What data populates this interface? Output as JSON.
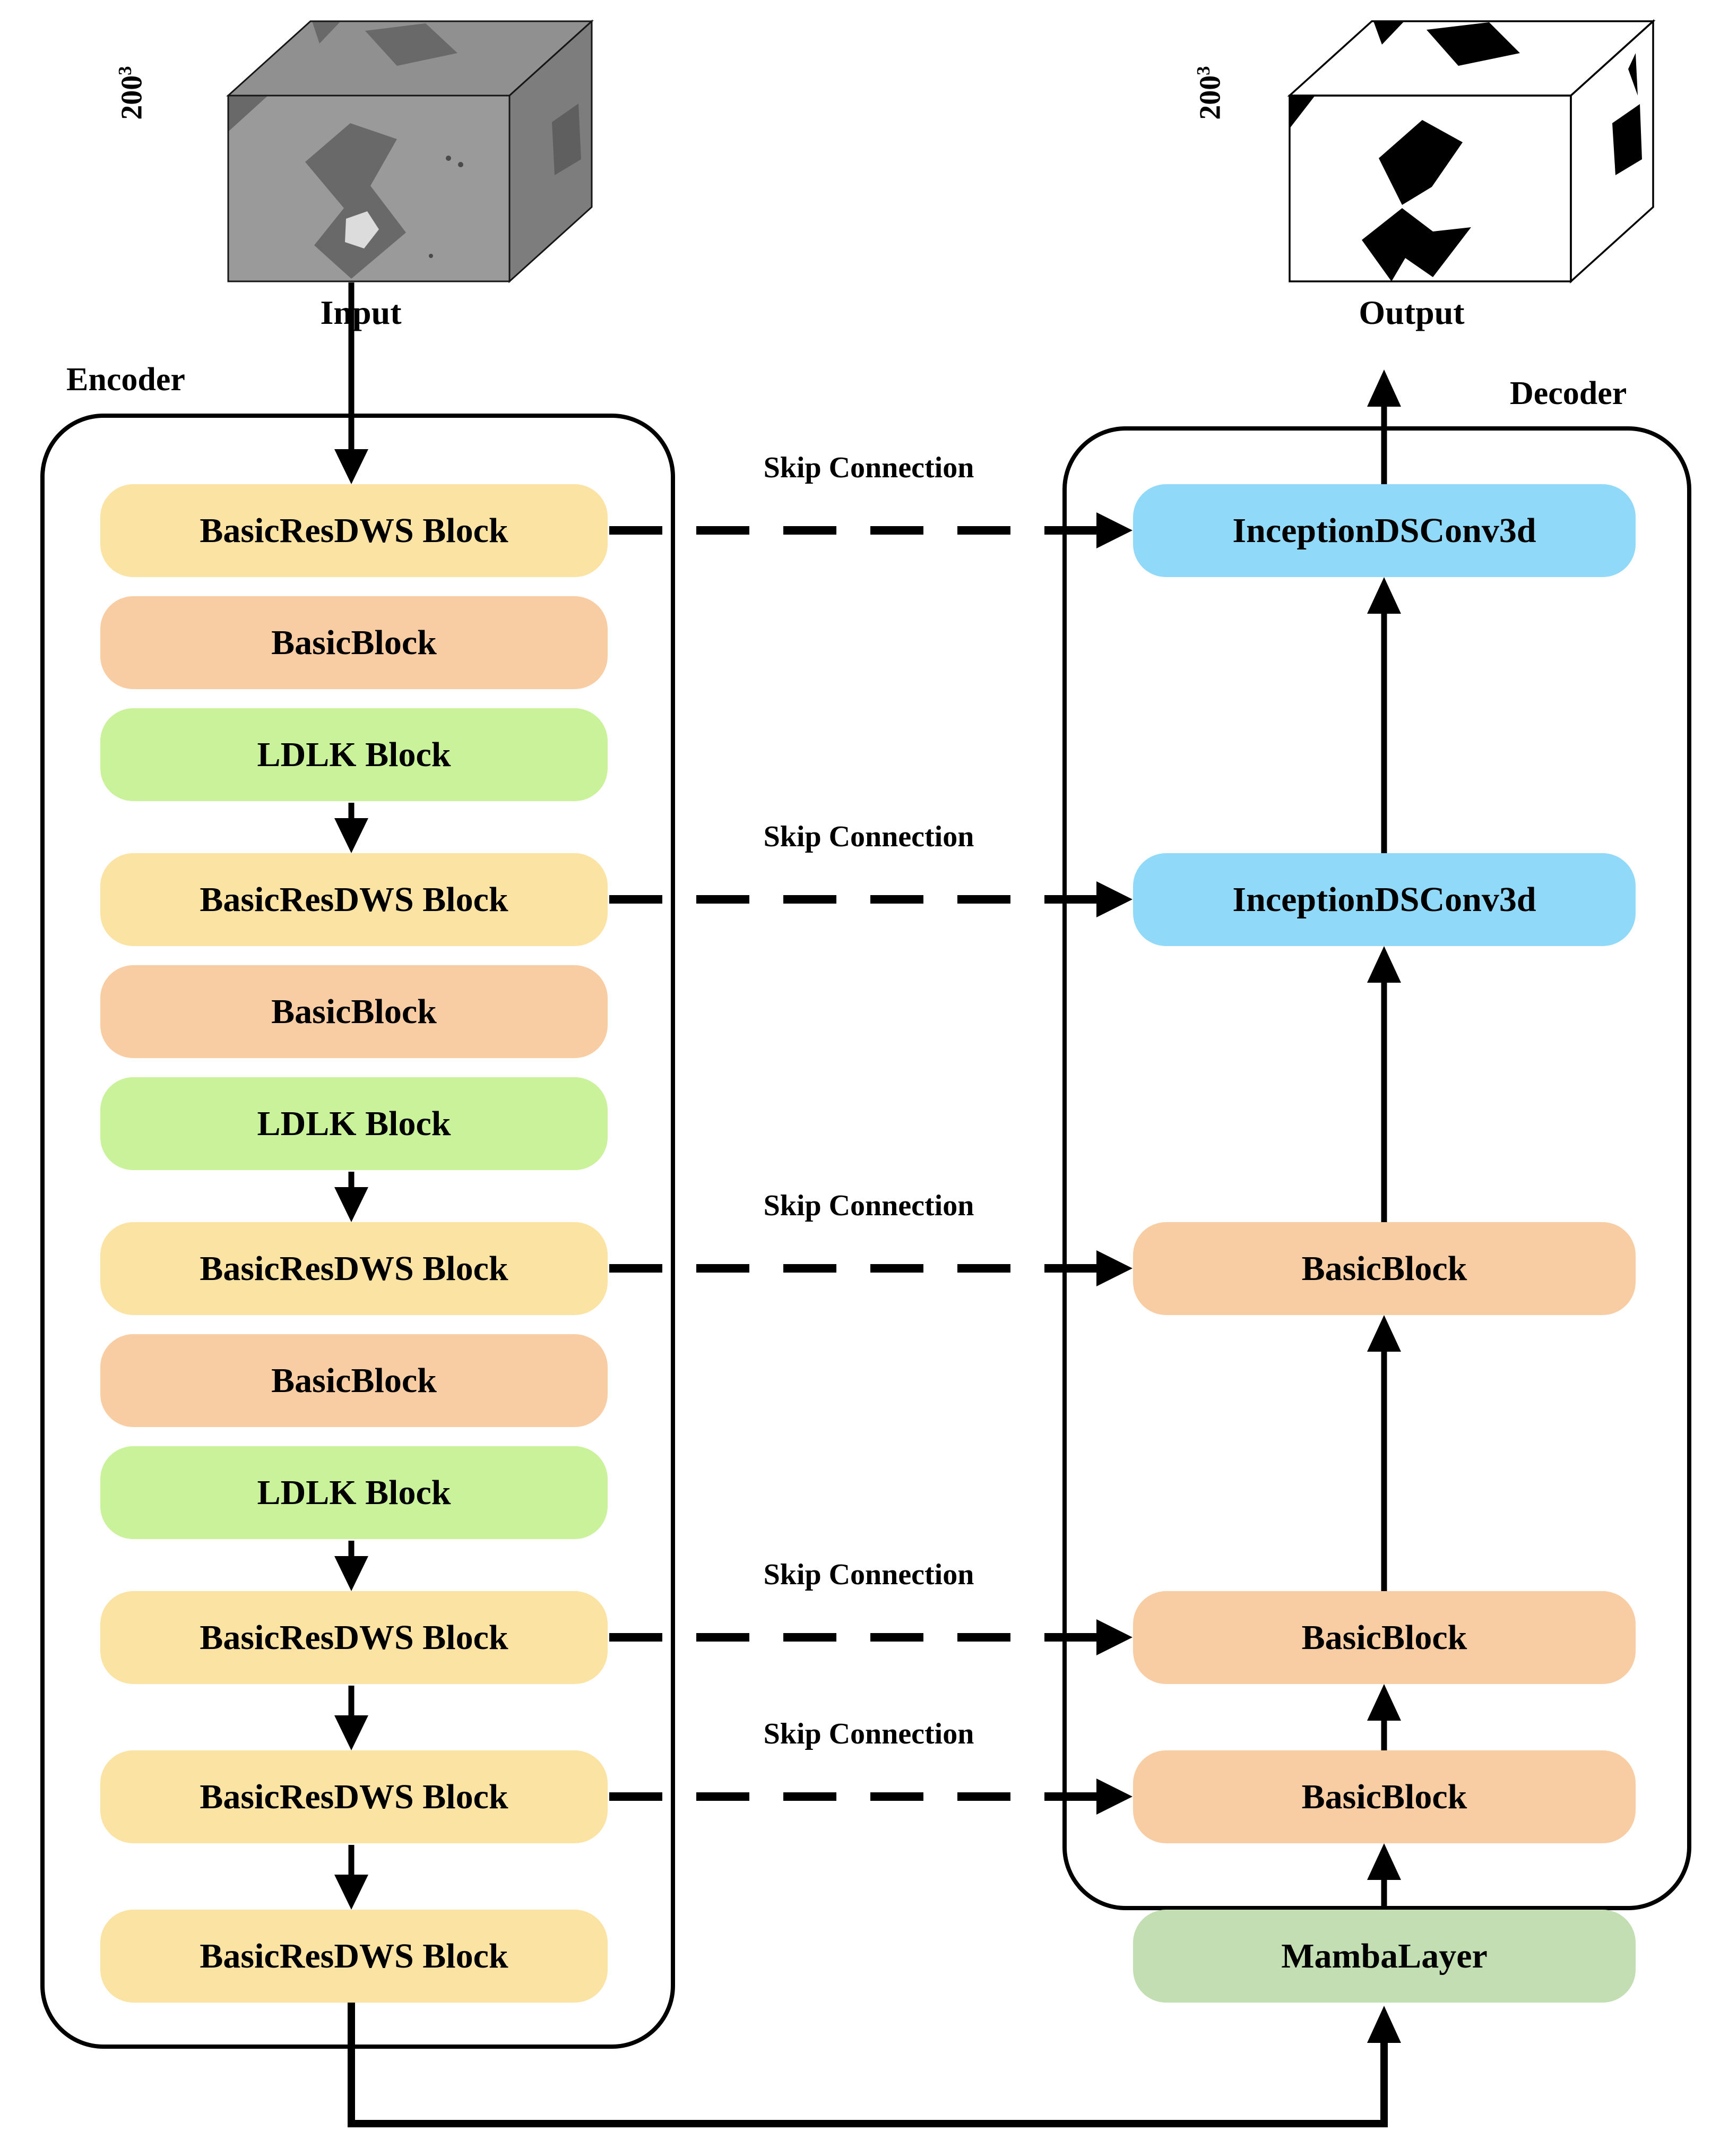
{
  "figure": {
    "input": {
      "dimension": "200",
      "dimension_exponent": "3",
      "caption": "Input"
    },
    "output": {
      "dimension": "200",
      "dimension_exponent": "3",
      "caption": "Output"
    },
    "encoder": {
      "title": "Encoder",
      "blocks": [
        {
          "label": "BasicResDWS Block",
          "type": "basicresdws"
        },
        {
          "label": "BasicBlock",
          "type": "basicblock"
        },
        {
          "label": "LDLK Block",
          "type": "ldlk"
        },
        {
          "label": "BasicResDWS Block",
          "type": "basicresdws"
        },
        {
          "label": "BasicBlock",
          "type": "basicblock"
        },
        {
          "label": "LDLK Block",
          "type": "ldlk"
        },
        {
          "label": "BasicResDWS Block",
          "type": "basicresdws"
        },
        {
          "label": "BasicBlock",
          "type": "basicblock"
        },
        {
          "label": "LDLK Block",
          "type": "ldlk"
        },
        {
          "label": "BasicResDWS Block",
          "type": "basicresdws"
        },
        {
          "label": "BasicResDWS Block",
          "type": "basicresdws"
        },
        {
          "label": "BasicResDWS Block",
          "type": "basicresdws"
        }
      ]
    },
    "decoder": {
      "title": "Decoder",
      "blocks": [
        {
          "label": "InceptionDSConv3d",
          "type": "inception"
        },
        {
          "label": "InceptionDSConv3d",
          "type": "inception"
        },
        {
          "label": "BasicBlock",
          "type": "basicblock"
        },
        {
          "label": "BasicBlock",
          "type": "basicblock"
        },
        {
          "label": "BasicBlock",
          "type": "basicblock"
        },
        {
          "label": "MambaLayer",
          "type": "mamba"
        }
      ]
    },
    "skip_connection_label": "Skip Connection",
    "colors": {
      "basicresdws": "#FBE3A4",
      "basicblock": "#F9CDA3",
      "ldlk": "#C9F29B",
      "inception": "#90D9F8",
      "mamba": "#C2DEB2",
      "outline": "#000000"
    }
  }
}
